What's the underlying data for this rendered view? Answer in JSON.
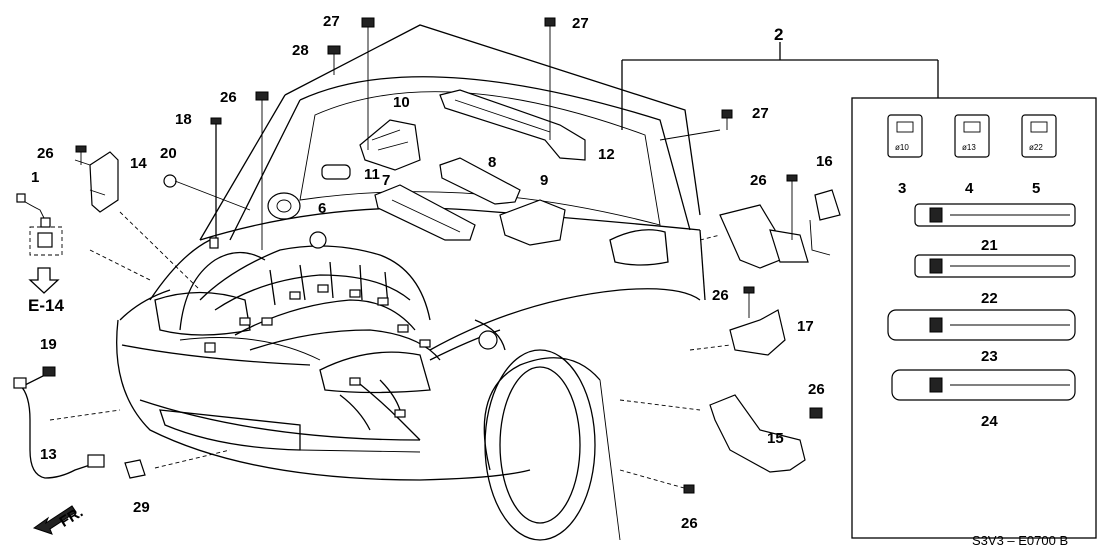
{
  "callouts": {
    "c1": "1",
    "c2": "2",
    "c3": "3",
    "c4": "4",
    "c5": "5",
    "c6": "6",
    "c7": "7",
    "c8": "8",
    "c9": "9",
    "c10": "10",
    "c11": "11",
    "c12": "12",
    "c13": "13",
    "c14": "14",
    "c15": "15",
    "c16": "16",
    "c17": "17",
    "c18": "18",
    "c19": "19",
    "c20": "20",
    "c21": "21",
    "c22": "22",
    "c23": "23",
    "c24": "24",
    "c26": "26",
    "c27": "27",
    "c28": "28",
    "c29": "29"
  },
  "clip_labels": {
    "d10": "ø10",
    "d13": "ø13",
    "d22": "ø22"
  },
  "reference_label": "E-14",
  "front_label": "FR.",
  "diagram_code": "S3V3 – E0700 B",
  "icons": {
    "front_arrow": "front-direction-arrow",
    "reference_arrow": "down-arrow-icon"
  }
}
